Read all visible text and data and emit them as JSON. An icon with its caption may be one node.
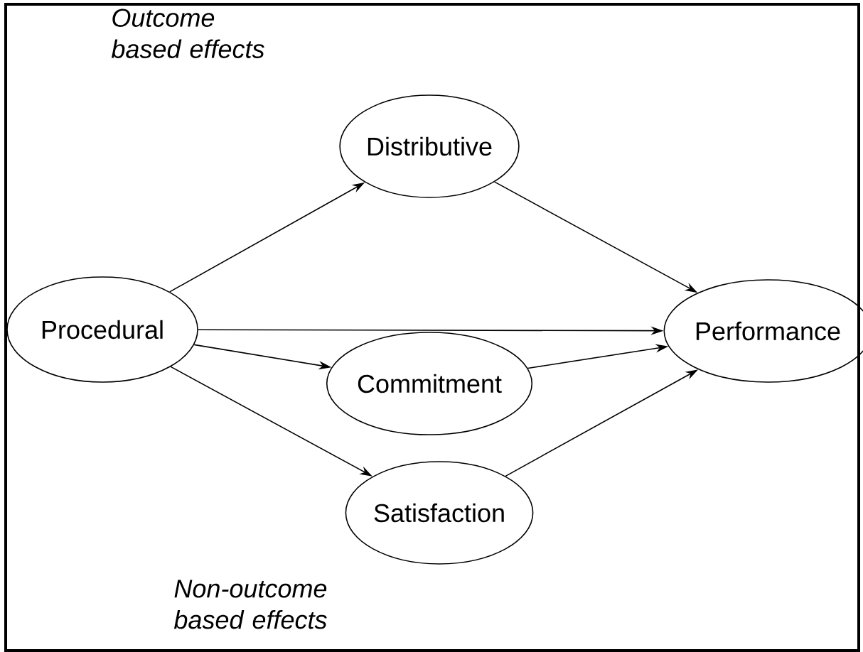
{
  "diagram": {
    "nodes": [
      {
        "text": [
          "Procedural"
        ]
      },
      {
        "text": [
          "Distributive"
        ]
      },
      {
        "text": [
          "Commitment"
        ]
      },
      {
        "text": [
          "Satisfaction"
        ]
      },
      {
        "text": [
          "Performance"
        ]
      }
    ],
    "edges": [
      {
        "from": 0,
        "to": 1,
        "arrow": "to"
      },
      {
        "from": 0,
        "to": 4,
        "arrow": "to"
      },
      {
        "from": 0,
        "to": 2,
        "arrow": "to"
      },
      {
        "from": 0,
        "to": 3,
        "arrow": "to"
      },
      {
        "from": 1,
        "to": 4,
        "arrow": "to"
      },
      {
        "from": 2,
        "to": 4,
        "arrow": "to"
      },
      {
        "from": 3,
        "to": 4,
        "arrow": "to"
      }
    ],
    "labels": [
      "Outcome based effects",
      "Non-outcome based effects"
    ]
  }
}
